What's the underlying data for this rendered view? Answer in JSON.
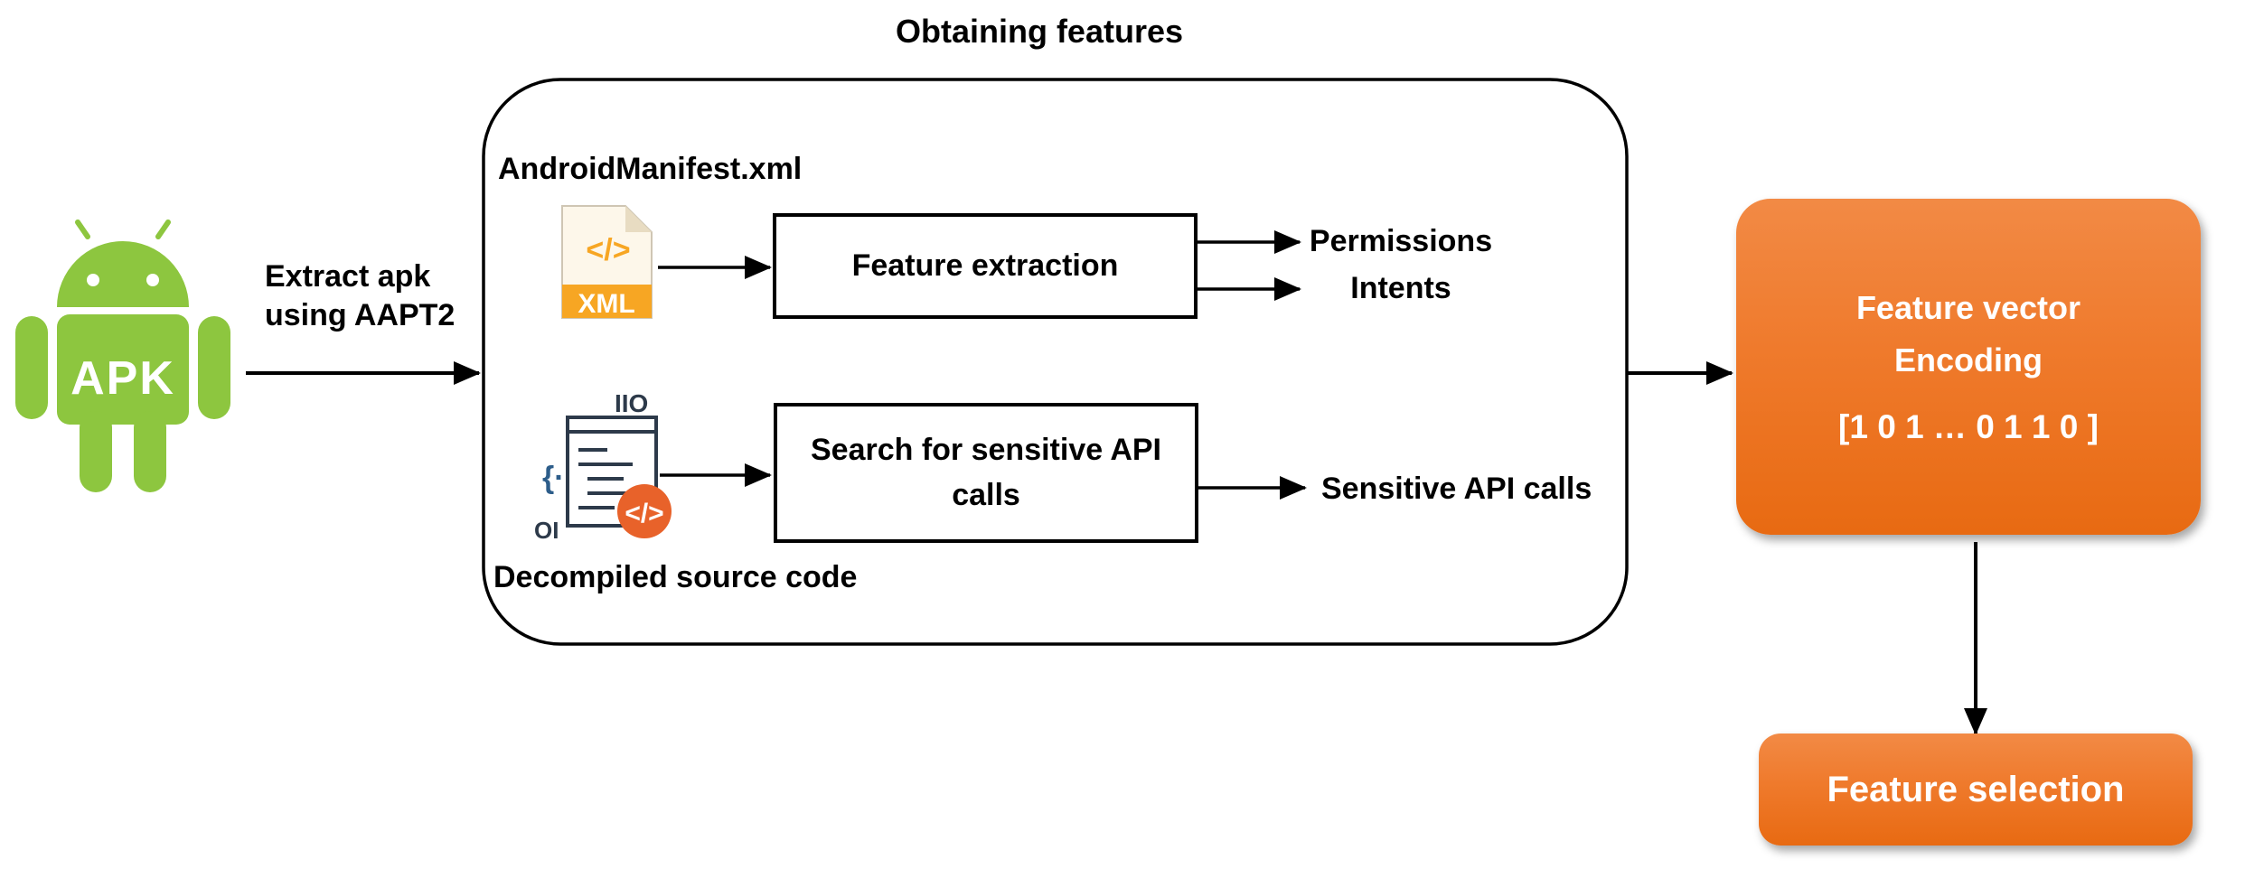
{
  "title": "Obtaining features",
  "extract_label": [
    "Extract apk",
    "using AAPT2"
  ],
  "apk_icon_text": "APK",
  "manifest_label": "AndroidManifest.xml",
  "xml_icon_text": "XML",
  "feature_extraction_box": "Feature extraction",
  "manifest_outputs": [
    "Permissions",
    "Intents"
  ],
  "source_label": "Decompiled source code",
  "api_search_box": [
    "Search for sensitive API",
    "calls"
  ],
  "api_output": "Sensitive API calls",
  "encoding_box": {
    "line1": "Feature vector",
    "line2": "Encoding",
    "line3": "[1 0 1 … 0 1 1 0 ]"
  },
  "selection_box": "Feature selection",
  "colors": {
    "android_green": "#8dc63f",
    "orange": "#ef7a2c",
    "xml_orange": "#f7a623"
  }
}
